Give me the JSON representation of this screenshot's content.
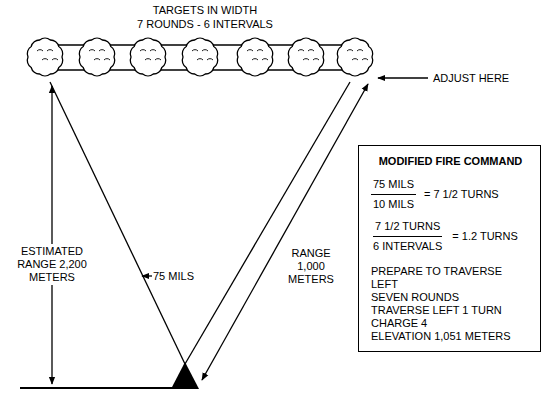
{
  "diagram": {
    "nodes": [
      {
        "text": [
          "MODIFIED FIRE COMMAND",
          "75 MILS",
          "10 MILS",
          "= 7 1/2 TURNS",
          "7 1/2 TURNS",
          "6 INTERVALS",
          "= 1.2 TURNS",
          "PREPARE TO TRAVERSE LEFT",
          "SEVEN ROUNDS",
          "TRAVERSE LEFT 1 TURN",
          "CHARGE 4",
          "ELEVATION 1,051 METERS"
        ]
      }
    ],
    "labels": [
      "TARGETS IN WIDTH",
      "7 ROUNDS - 6 INTERVALS",
      "ADJUST HERE",
      "ESTIMATED RANGE 2,200 METERS",
      "RANGE 1,000 METERS",
      "75 MILS"
    ]
  }
}
